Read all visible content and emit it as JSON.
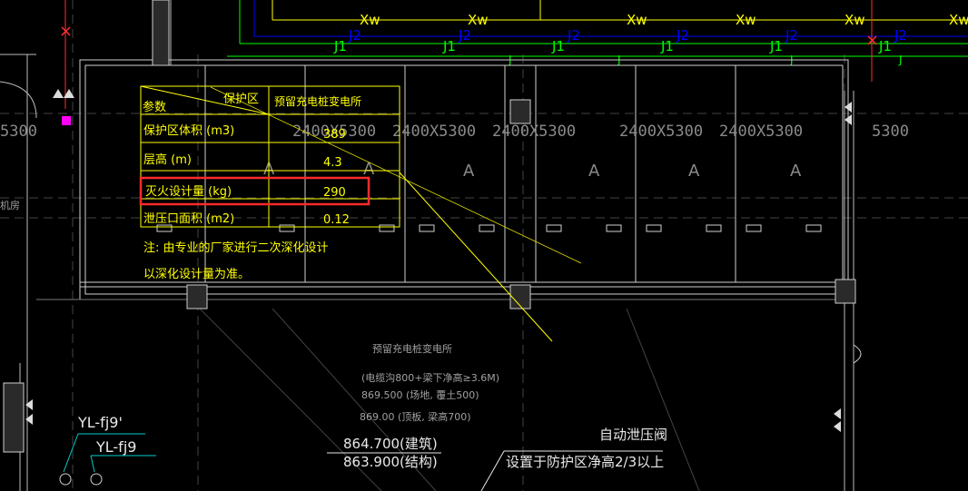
{
  "pipes": {
    "xw_label": "Xw",
    "j1_label": "J1",
    "j2_label": "J2",
    "j_label": "J",
    "x_mark": "×"
  },
  "dims": {
    "cell": "2400X5300",
    "left_partial": "5300",
    "right_partial": "5300"
  },
  "rooms": {
    "zone_mark": "A",
    "machine_room_partial": "机房",
    "center_title": "预留充电桩变电所",
    "cable_note": "(电缆沟800+梁下净高≥3.6M)",
    "elev_field": "869.500 (场地, 覆土500)",
    "elev_roof": "869.00 (顶板, 梁高700)",
    "arch_elev": "864.700(建筑)",
    "struct_elev": "863.900(结构)",
    "valve_title": "自动泄压阀",
    "valve_note": "设置于防护区净高2/3以上",
    "yl1": "YL-fj9'",
    "yl2": "YL-fj9"
  },
  "table": {
    "header_param": "参数",
    "header_zone": "保护区",
    "header_value": "预留充电桩变电所",
    "rows": [
      {
        "label": "保护区体积 (m3)",
        "value": "389"
      },
      {
        "label": "层高 (m)",
        "value": "4.3"
      },
      {
        "label": "灭火设计量 (kg)",
        "value": "290"
      },
      {
        "label": "泄压口面积 (m2)",
        "value": "0.12"
      }
    ],
    "note1": "注: 由专业的厂家进行二次深化设计",
    "note2": "以深化设计量为准。"
  },
  "colors": {
    "pipe_xw": "#ffff00",
    "pipe_j1": "#00ff00",
    "pipe_j2": "#0000ff",
    "grey_text": "#9a9a9a",
    "table": "#ffff00",
    "highlight": "#ff2a2a",
    "white": "#e8e8e8",
    "cyan": "#00cccc",
    "red_line": "#ff3030"
  }
}
